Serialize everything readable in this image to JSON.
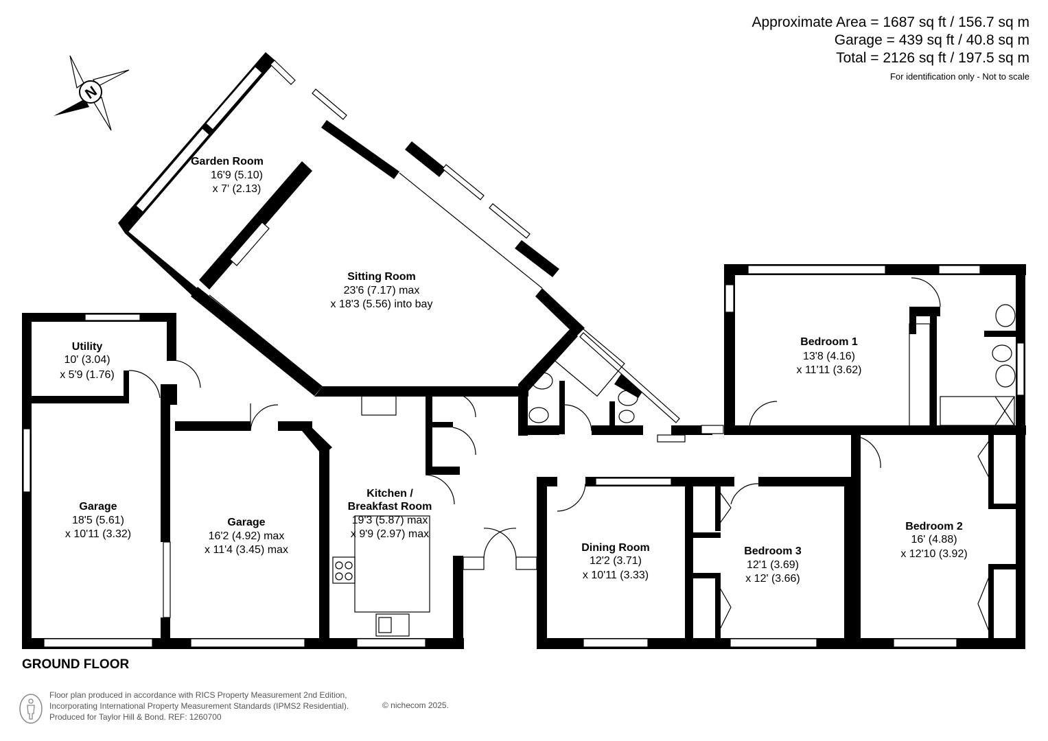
{
  "header": {
    "approximate_area": "Approximate Area = 1687 sq ft / 156.7 sq m",
    "garage_area": "Garage = 439 sq ft / 40.8 sq m",
    "total_area": "Total = 2126 sq ft / 197.5 sq m",
    "disclaimer": "For identification only - Not to scale"
  },
  "compass": {
    "letter": "N",
    "icon": "compass-icon"
  },
  "rooms": {
    "garden_room": {
      "name": "Garden Room",
      "dim1": "16'9 (5.10)",
      "dim2": "x 7' (2.13)"
    },
    "sitting_room": {
      "name": "Sitting Room",
      "dim1": "23'6 (7.17) max",
      "dim2": "x 18'3 (5.56) into bay"
    },
    "utility": {
      "name": "Utility",
      "dim1": "10' (3.04)",
      "dim2": "x 5'9 (1.76)"
    },
    "garage_1": {
      "name": "Garage",
      "dim1": "18'5 (5.61)",
      "dim2": "x 10'11 (3.32)"
    },
    "garage_2": {
      "name": "Garage",
      "dim1": "16'2 (4.92) max",
      "dim2": "x 11'4 (3.45) max"
    },
    "kitchen": {
      "name1": "Kitchen /",
      "name2": "Breakfast Room",
      "dim1": "19'3 (5.87) max",
      "dim2": "x 9'9 (2.97) max"
    },
    "dining_room": {
      "name": "Dining Room",
      "dim1": "12'2 (3.71)",
      "dim2": "x 10'11 (3.33)"
    },
    "bedroom_1": {
      "name": "Bedroom 1",
      "dim1": "13'8 (4.16)",
      "dim2": "x 11'11 (3.62)"
    },
    "bedroom_2": {
      "name": "Bedroom 2",
      "dim1": "16' (4.88)",
      "dim2": "x 12'10 (3.92)"
    },
    "bedroom_3": {
      "name": "Bedroom 3",
      "dim1": "12'1 (3.69)",
      "dim2": "x 12' (3.66)"
    }
  },
  "floor_label": "GROUND FLOOR",
  "footer": {
    "line1": "Floor plan produced in accordance with RICS Property Measurement 2nd Edition,",
    "line2": "Incorporating International Property Measurement Standards (IPMS2 Residential).",
    "line3": "Produced for Taylor Hill & Bond.   REF: 1260700",
    "brand": "© nichecom 2025."
  },
  "colors": {
    "wall": "#000000",
    "background": "#ffffff",
    "footer_text": "#555555"
  }
}
